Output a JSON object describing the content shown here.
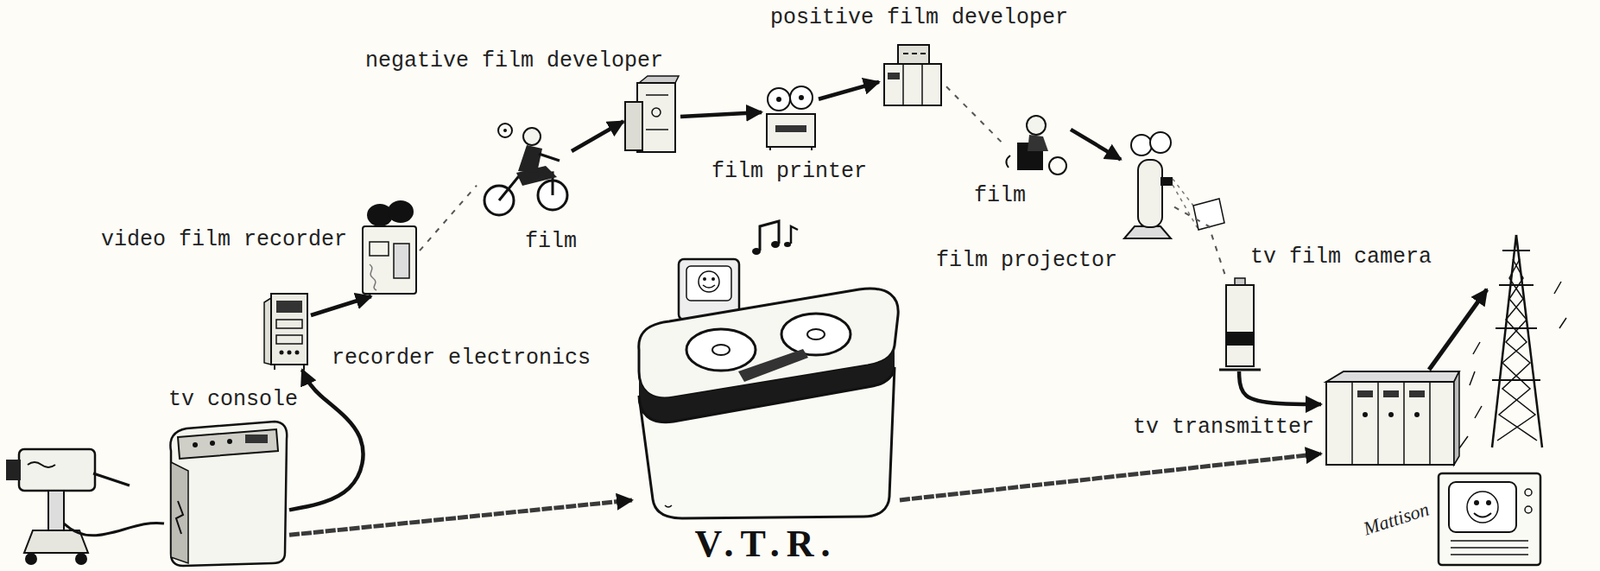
{
  "diagram": {
    "nodes": [
      {
        "text": [
          "tv console"
        ]
      },
      {
        "text": [
          "recorder electronics"
        ]
      },
      {
        "text": [
          "video film recorder"
        ]
      },
      {
        "text": [
          "film"
        ]
      },
      {
        "text": [
          "negative film developer"
        ]
      },
      {
        "text": [
          "film printer"
        ]
      },
      {
        "text": [
          "positive film developer"
        ]
      },
      {
        "text": [
          "film"
        ]
      },
      {
        "text": [
          "film projector"
        ]
      },
      {
        "text": [
          "tv film camera"
        ]
      },
      {
        "text": [
          "tv transmitter"
        ]
      },
      {
        "text": [
          "V.T.R."
        ]
      }
    ],
    "edges": [
      {
        "from": 0,
        "to": 1,
        "arrow": "to"
      },
      {
        "from": 1,
        "to": 2,
        "arrow": "to"
      },
      {
        "from": 2,
        "to": 3,
        "arrow": "none"
      },
      {
        "from": 3,
        "to": 4,
        "arrow": "to"
      },
      {
        "from": 4,
        "to": 5,
        "arrow": "to"
      },
      {
        "from": 5,
        "to": 6,
        "arrow": "to"
      },
      {
        "from": 6,
        "to": 7,
        "arrow": "none"
      },
      {
        "from": 7,
        "to": 8,
        "arrow": "to"
      },
      {
        "from": 8,
        "to": 9,
        "arrow": "none"
      },
      {
        "from": 9,
        "to": 10,
        "arrow": "to"
      },
      {
        "from": 0,
        "to": 11,
        "arrow": "to"
      },
      {
        "from": 11,
        "to": 10,
        "arrow": "to"
      }
    ],
    "labels": [
      "Mattison"
    ]
  }
}
